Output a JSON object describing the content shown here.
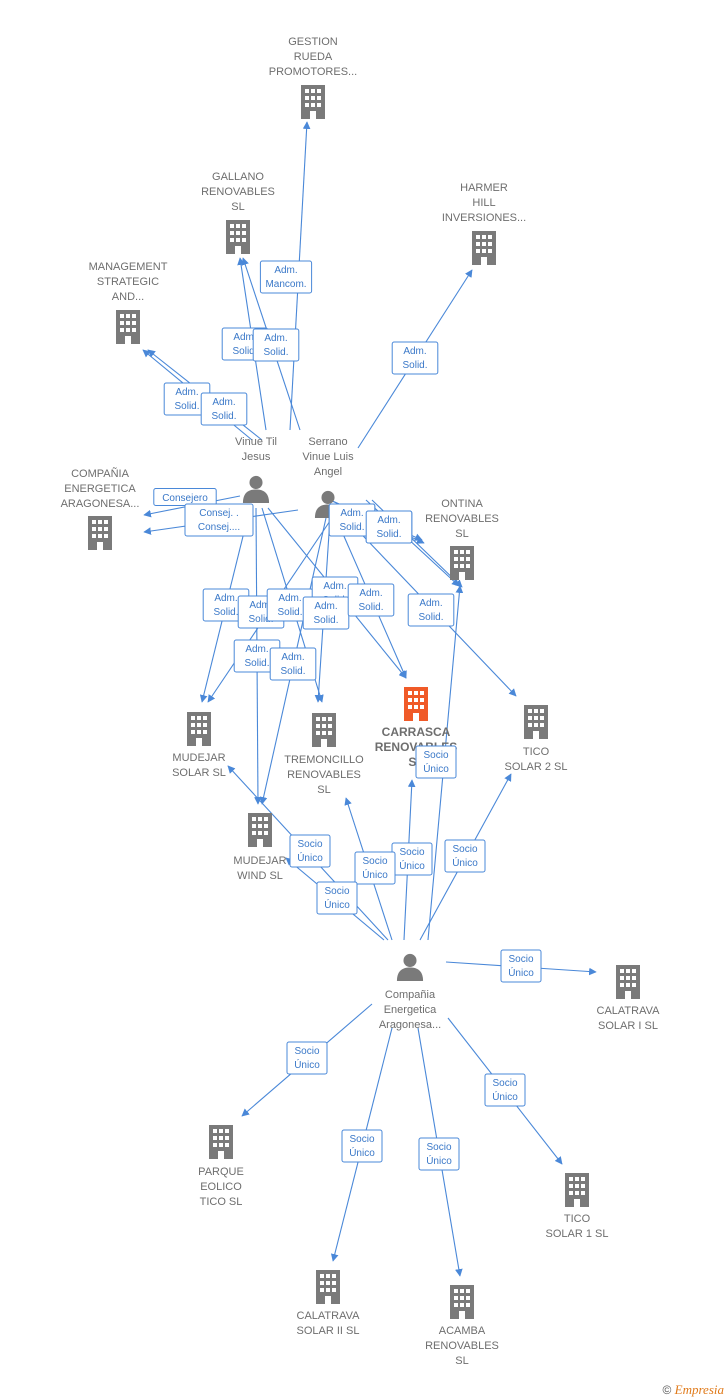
{
  "colors": {
    "edge": "#4a88d8",
    "node": "#7a7a7a",
    "focus": "#f05a28"
  },
  "nodes": [
    {
      "id": "gestion",
      "kind": "company",
      "lines": [
        "GESTION",
        "RUEDA",
        "PROMOTORES..."
      ]
    },
    {
      "id": "gallano",
      "kind": "company",
      "lines": [
        "GALLANO",
        "RENOVABLES",
        "SL"
      ]
    },
    {
      "id": "harmer",
      "kind": "company",
      "lines": [
        "HARMER",
        "HILL",
        "INVERSIONES..."
      ]
    },
    {
      "id": "management",
      "kind": "company",
      "lines": [
        "MANAGEMENT",
        "STRATEGIC",
        "AND..."
      ]
    },
    {
      "id": "vinue",
      "kind": "person",
      "lines": [
        "Vinue Til",
        "Jesus"
      ]
    },
    {
      "id": "serrano",
      "kind": "person",
      "lines": [
        "Serrano",
        "Vinue Luis",
        "Angel"
      ]
    },
    {
      "id": "compania_top",
      "kind": "company",
      "lines": [
        "COMPAÑIA",
        "ENERGETICA",
        "ARAGONESA..."
      ]
    },
    {
      "id": "ontina",
      "kind": "company",
      "lines": [
        "ONTINA",
        "RENOVABLES",
        "SL"
      ]
    },
    {
      "id": "mudejar_solar",
      "kind": "company",
      "lines": [
        "MUDEJAR",
        "SOLAR  SL"
      ]
    },
    {
      "id": "tremoncillo",
      "kind": "company",
      "lines": [
        "TREMONCILLO",
        "RENOVABLES",
        "SL"
      ]
    },
    {
      "id": "carrasca",
      "kind": "focus",
      "lines": [
        "CARRASCA",
        "RENOVABLES",
        "SL"
      ]
    },
    {
      "id": "tico2",
      "kind": "company",
      "lines": [
        "TICO",
        "SOLAR 2  SL"
      ]
    },
    {
      "id": "mudejar_wind",
      "kind": "company",
      "lines": [
        "MUDEJAR",
        "WIND  SL"
      ]
    },
    {
      "id": "compania_person",
      "kind": "person",
      "lines": [
        "Compañia",
        "Energetica",
        "Aragonesa..."
      ]
    },
    {
      "id": "calatrava1",
      "kind": "company",
      "lines": [
        "CALATRAVA",
        "SOLAR I  SL"
      ]
    },
    {
      "id": "parque",
      "kind": "company",
      "lines": [
        "PARQUE",
        "EOLICO",
        "TICO  SL"
      ]
    },
    {
      "id": "tico1",
      "kind": "company",
      "lines": [
        "TICO",
        "SOLAR 1  SL"
      ]
    },
    {
      "id": "calatrava2",
      "kind": "company",
      "lines": [
        "CALATRAVA",
        "SOLAR II  SL"
      ]
    },
    {
      "id": "acamba",
      "kind": "company",
      "lines": [
        "ACAMBA",
        "RENOVABLES",
        "SL"
      ]
    }
  ],
  "edges": [
    {
      "label": [
        "Adm.",
        "Mancom."
      ]
    },
    {
      "label": [
        "Adm.",
        "Solid."
      ]
    },
    {
      "label": [
        "Adm.",
        "Solid."
      ]
    },
    {
      "label": [
        "Adm.",
        "Solid."
      ]
    },
    {
      "label": [
        "Adm.",
        "Solid."
      ]
    },
    {
      "label": [
        "Adm.",
        "Solid."
      ]
    },
    {
      "label": [
        "Consejero"
      ]
    },
    {
      "label": [
        "Consej. .",
        "Consej...."
      ]
    },
    {
      "label": [
        "Adm.",
        "Solid."
      ]
    },
    {
      "label": [
        "Adm.",
        "Solid."
      ]
    },
    {
      "label": [
        "Adm.",
        "Solid."
      ]
    },
    {
      "label": [
        "Adm.",
        "Solid."
      ]
    },
    {
      "label": [
        "Adm.",
        "Solid."
      ]
    },
    {
      "label": [
        "Adm.",
        "Solid."
      ]
    },
    {
      "label": [
        "Adm.",
        "Solid."
      ]
    },
    {
      "label": [
        "Adm.",
        "Solid."
      ]
    },
    {
      "label": [
        "Adm.",
        "Solid."
      ]
    },
    {
      "label": [
        "Adm.",
        "Solid."
      ]
    },
    {
      "label": [
        "Adm.",
        "Solid."
      ]
    },
    {
      "label": [
        "Adm.",
        "Solid."
      ]
    },
    {
      "label": [
        "Adm.",
        "Solid."
      ]
    },
    {
      "label": [
        "Socio",
        "Único"
      ]
    },
    {
      "label": [
        "Socio",
        "Único"
      ]
    },
    {
      "label": [
        "Socio",
        "Único"
      ]
    },
    {
      "label": [
        "Socio",
        "Único"
      ]
    },
    {
      "label": [
        "Socio",
        "Único"
      ]
    },
    {
      "label": [
        "Socio",
        "Único"
      ]
    },
    {
      "label": [
        "Socio",
        "Único"
      ]
    },
    {
      "label": [
        "Socio",
        "Único"
      ]
    },
    {
      "label": [
        "Socio",
        "Único"
      ]
    },
    {
      "label": [
        "Socio",
        "Único"
      ]
    },
    {
      "label": [
        "Socio",
        "Único"
      ]
    },
    {
      "label": [
        "Socio",
        "Único"
      ]
    }
  ],
  "footer": {
    "copyright": "©",
    "brand": "Empresia"
  }
}
